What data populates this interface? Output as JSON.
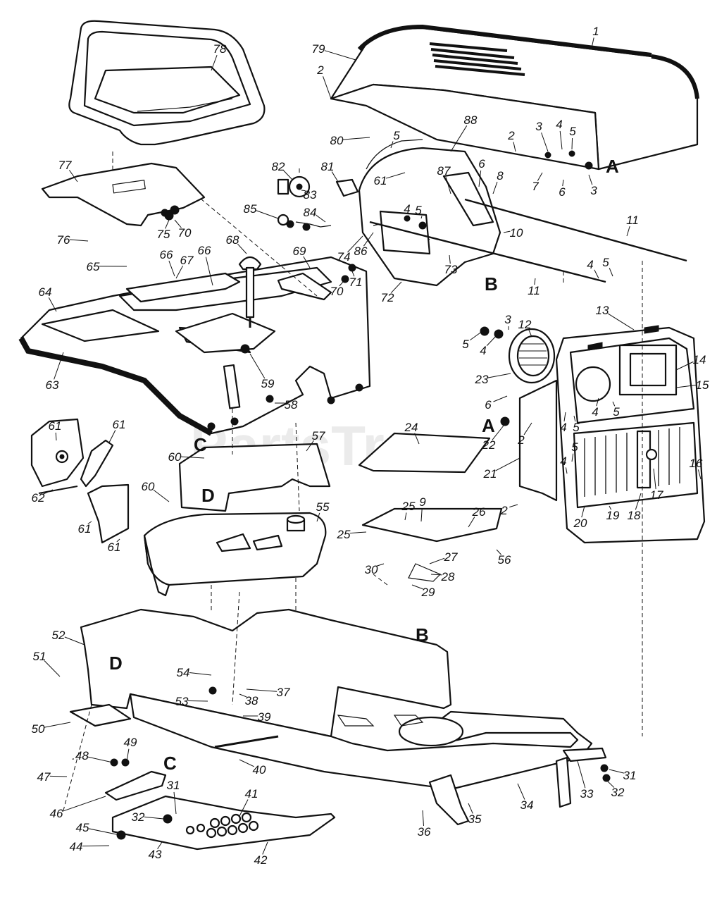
{
  "watermark": "PartsTree",
  "callouts": [
    {
      "id": "78",
      "text": "78"
    },
    {
      "id": "79",
      "text": "79"
    },
    {
      "id": "1",
      "text": "1"
    },
    {
      "id": "2a",
      "text": "2"
    },
    {
      "id": "80",
      "text": "80"
    },
    {
      "id": "5a",
      "text": "5"
    },
    {
      "id": "88",
      "text": "88"
    },
    {
      "id": "77",
      "text": "77"
    },
    {
      "id": "82",
      "text": "82"
    },
    {
      "id": "81",
      "text": "81"
    },
    {
      "id": "83",
      "text": "83"
    },
    {
      "id": "61a",
      "text": "61"
    },
    {
      "id": "87",
      "text": "87"
    },
    {
      "id": "6a",
      "text": "6"
    },
    {
      "id": "8",
      "text": "8"
    },
    {
      "id": "2b",
      "text": "2"
    },
    {
      "id": "3a",
      "text": "3"
    },
    {
      "id": "4a",
      "text": "4"
    },
    {
      "id": "5b",
      "text": "5"
    },
    {
      "id": "7",
      "text": "7"
    },
    {
      "id": "6b",
      "text": "6"
    },
    {
      "id": "3b",
      "text": "3"
    },
    {
      "id": "85",
      "text": "85"
    },
    {
      "id": "84",
      "text": "84"
    },
    {
      "id": "4b",
      "text": "4"
    },
    {
      "id": "5c",
      "text": "5"
    },
    {
      "id": "75",
      "text": "75"
    },
    {
      "id": "70a",
      "text": "70"
    },
    {
      "id": "76",
      "text": "76"
    },
    {
      "id": "10",
      "text": "10"
    },
    {
      "id": "11a",
      "text": "11"
    },
    {
      "id": "68",
      "text": "68"
    },
    {
      "id": "74",
      "text": "74"
    },
    {
      "id": "86",
      "text": "86"
    },
    {
      "id": "66a",
      "text": "66"
    },
    {
      "id": "66b",
      "text": "66"
    },
    {
      "id": "69",
      "text": "69"
    },
    {
      "id": "65",
      "text": "65"
    },
    {
      "id": "67",
      "text": "67"
    },
    {
      "id": "73",
      "text": "73"
    },
    {
      "id": "70b",
      "text": "70"
    },
    {
      "id": "71",
      "text": "71"
    },
    {
      "id": "72",
      "text": "72"
    },
    {
      "id": "11b",
      "text": "11"
    },
    {
      "id": "4c",
      "text": "4"
    },
    {
      "id": "5d",
      "text": "5"
    },
    {
      "id": "64",
      "text": "64"
    },
    {
      "id": "13",
      "text": "13"
    },
    {
      "id": "3c",
      "text": "3"
    },
    {
      "id": "12",
      "text": "12"
    },
    {
      "id": "5e",
      "text": "5"
    },
    {
      "id": "4d",
      "text": "4"
    },
    {
      "id": "14",
      "text": "14"
    },
    {
      "id": "23",
      "text": "23"
    },
    {
      "id": "15",
      "text": "15"
    },
    {
      "id": "59",
      "text": "59"
    },
    {
      "id": "63",
      "text": "63"
    },
    {
      "id": "6c",
      "text": "6"
    },
    {
      "id": "4e",
      "text": "4"
    },
    {
      "id": "5f",
      "text": "5"
    },
    {
      "id": "58",
      "text": "58"
    },
    {
      "id": "4f",
      "text": "4"
    },
    {
      "id": "5g",
      "text": "5"
    },
    {
      "id": "61b",
      "text": "61"
    },
    {
      "id": "61c",
      "text": "61"
    },
    {
      "id": "22",
      "text": "22"
    },
    {
      "id": "2c",
      "text": "2"
    },
    {
      "id": "24",
      "text": "24"
    },
    {
      "id": "57",
      "text": "57"
    },
    {
      "id": "60a",
      "text": "60"
    },
    {
      "id": "5h",
      "text": "5"
    },
    {
      "id": "21",
      "text": "21"
    },
    {
      "id": "16",
      "text": "16"
    },
    {
      "id": "4g",
      "text": "4"
    },
    {
      "id": "62",
      "text": "62"
    },
    {
      "id": "60b",
      "text": "60"
    },
    {
      "id": "17",
      "text": "17"
    },
    {
      "id": "2d",
      "text": "2"
    },
    {
      "id": "55",
      "text": "55"
    },
    {
      "id": "25a",
      "text": "25"
    },
    {
      "id": "9",
      "text": "9"
    },
    {
      "id": "26",
      "text": "26"
    },
    {
      "id": "20",
      "text": "20"
    },
    {
      "id": "19",
      "text": "19"
    },
    {
      "id": "18",
      "text": "18"
    },
    {
      "id": "61d",
      "text": "61"
    },
    {
      "id": "61e",
      "text": "61"
    },
    {
      "id": "25b",
      "text": "25"
    },
    {
      "id": "56",
      "text": "56"
    },
    {
      "id": "27",
      "text": "27"
    },
    {
      "id": "30",
      "text": "30"
    },
    {
      "id": "28",
      "text": "28"
    },
    {
      "id": "29",
      "text": "29"
    },
    {
      "id": "52",
      "text": "52"
    },
    {
      "id": "51",
      "text": "51"
    },
    {
      "id": "54",
      "text": "54"
    },
    {
      "id": "37",
      "text": "37"
    },
    {
      "id": "53",
      "text": "53"
    },
    {
      "id": "38",
      "text": "38"
    },
    {
      "id": "39",
      "text": "39"
    },
    {
      "id": "50",
      "text": "50"
    },
    {
      "id": "40",
      "text": "40"
    },
    {
      "id": "49",
      "text": "49"
    },
    {
      "id": "48",
      "text": ".48"
    },
    {
      "id": "47",
      "text": "47"
    },
    {
      "id": "31a",
      "text": "31"
    },
    {
      "id": "41",
      "text": "41"
    },
    {
      "id": "46",
      "text": "46"
    },
    {
      "id": "32a",
      "text": "32"
    },
    {
      "id": "31b",
      "text": "31"
    },
    {
      "id": "32b",
      "text": "32"
    },
    {
      "id": "33",
      "text": "33"
    },
    {
      "id": "34",
      "text": "34"
    },
    {
      "id": "35",
      "text": "35"
    },
    {
      "id": "36",
      "text": "36"
    },
    {
      "id": "45",
      "text": "45"
    },
    {
      "id": "44",
      "text": "44"
    },
    {
      "id": "43",
      "text": "43"
    },
    {
      "id": "42",
      "text": "42"
    }
  ],
  "ref_letters": [
    {
      "id": "A1",
      "text": "A"
    },
    {
      "id": "B1",
      "text": "B"
    },
    {
      "id": "A2",
      "text": "A"
    },
    {
      "id": "C1",
      "text": "C"
    },
    {
      "id": "D1",
      "text": "D"
    },
    {
      "id": "B2",
      "text": "B"
    },
    {
      "id": "D2",
      "text": "D"
    },
    {
      "id": "C2",
      "text": "C"
    }
  ]
}
